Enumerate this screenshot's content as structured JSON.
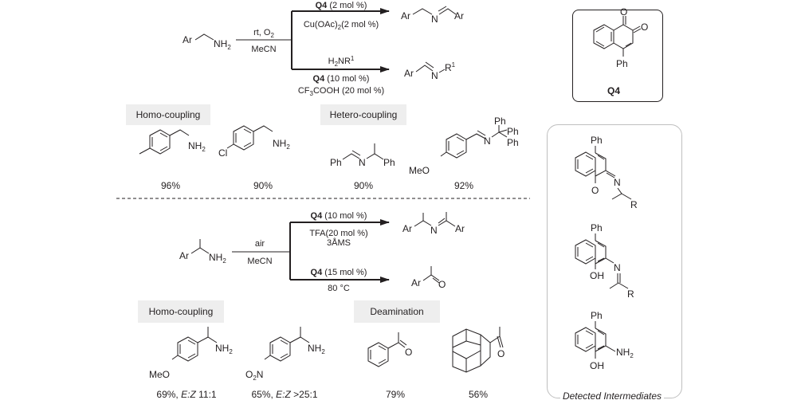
{
  "top_scheme": {
    "substrate": {
      "ar": "Ar",
      "amine": "NH2"
    },
    "conditions_above": "rt, O2",
    "conditions_below": "MeCN",
    "branch_upper": {
      "catalyst": "Q4",
      "catalyst_loading": "(2 mol %)",
      "additive": "Cu(OAc)2(2 mol %)",
      "product": "Ar–CH2–N=CH–Ar"
    },
    "branch_lower": {
      "reagent": "H2NR1",
      "catalyst": "Q4",
      "catalyst_loading": "(10 mol %)",
      "additive": "CF3COOH (20 mol %)",
      "product": "Ar–CH=N–R1"
    }
  },
  "q4_box": {
    "label": "Q4",
    "substituent": "Ph",
    "structure": "4-phenyl-1,2-naphthoquinone"
  },
  "section1": {
    "homo_label": "Homo-coupling",
    "hetero_label": "Hetero-coupling",
    "compounds": [
      {
        "name": "4-methylbenzylamine",
        "group": "NH2",
        "yield": "96%"
      },
      {
        "name": "4-chlorobenzylamine",
        "group": "NH2",
        "substituent": "Cl",
        "yield": "90%"
      },
      {
        "name": "N-benzylidene-1-phenylethylamine",
        "left": "Ph",
        "n": "N",
        "right": "Ph",
        "yield": "90%"
      },
      {
        "name": "N-(4-methoxybenzylidene)tritylamine",
        "substituent": "MeO",
        "n": "N",
        "ph": [
          "Ph",
          "Ph",
          "Ph"
        ],
        "yield": "92%"
      }
    ]
  },
  "bottom_scheme": {
    "substrate": {
      "ar": "Ar",
      "amine": "NH2"
    },
    "conditions_above": "air",
    "conditions_below": "MeCN",
    "branch_upper": {
      "catalyst": "Q4",
      "catalyst_loading": "(10 mol %)",
      "additive": "TFA(20 mol %)",
      "additive2": "3ÅMS",
      "product": "Ar–CH(CH3)–N=C(CH3)–Ar"
    },
    "branch_lower": {
      "catalyst": "Q4",
      "catalyst_loading": "(15 mol %)",
      "temperature": "80 °C",
      "product": "Ar–C(=O)–CH3"
    }
  },
  "section2": {
    "homo_label": "Homo-coupling",
    "deamination_label": "Deamination",
    "compounds": [
      {
        "name": "1-(4-methoxyphenyl)ethylamine",
        "substituent": "MeO",
        "group": "NH2",
        "yield": "69%, ",
        "ez_label": "E:Z",
        "ez_value": " 11:1"
      },
      {
        "name": "1-(4-nitrophenyl)ethylamine",
        "substituent": "O2N",
        "group": "NH2",
        "yield": "65%, ",
        "ez_label": "E:Z",
        "ez_value": " >25:1"
      },
      {
        "name": "acetophenone",
        "o": "O",
        "yield": "79%"
      },
      {
        "name": "1-adamantyl methyl ketone",
        "o": "O",
        "yield": "56%"
      }
    ]
  },
  "intermediates": {
    "caption": "Detected Intermediates",
    "items": [
      {
        "ph": "Ph",
        "o": "O",
        "n": "N",
        "r": "R"
      },
      {
        "ph": "Ph",
        "oh": "OH",
        "n": "N",
        "r": "R"
      },
      {
        "ph": "Ph",
        "oh": "OH",
        "nh2": "NH2"
      }
    ]
  }
}
